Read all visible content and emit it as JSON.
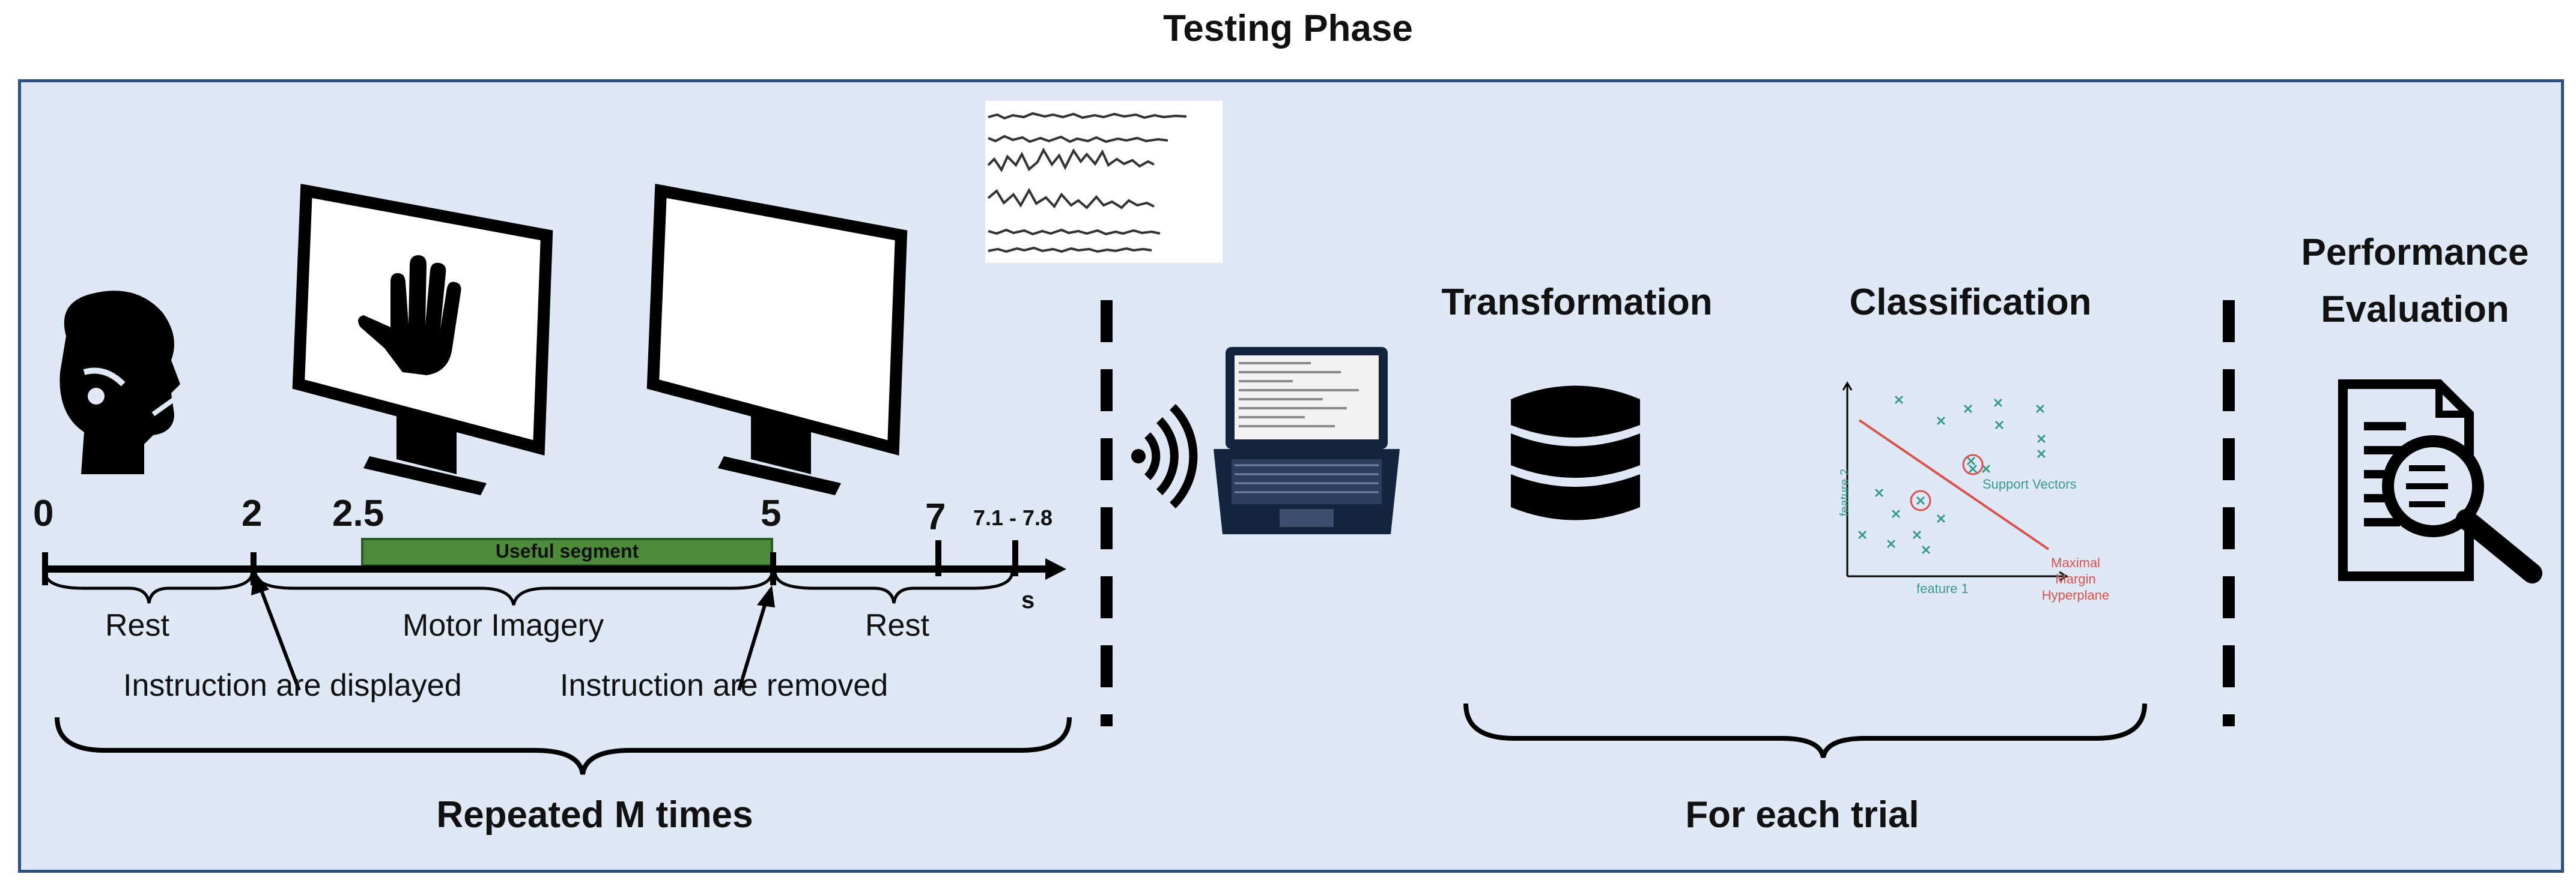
{
  "title": "Testing Phase",
  "timeline": {
    "ticks": [
      "0",
      "2",
      "2.5",
      "5",
      "7",
      "7.1 - 7.8"
    ],
    "unit": "s",
    "useful_segment": "Useful segment",
    "rest_1": "Rest",
    "motor_imagery": "Motor Imagery",
    "rest_2": "Rest",
    "instruction_displayed": "Instruction are displayed",
    "instruction_removed": "Instruction are removed",
    "repeated": "Repeated M times"
  },
  "processing": {
    "transformation": "Transformation",
    "classification": "Classification",
    "for_each_trial": "For each trial"
  },
  "svm_plot": {
    "xlabel": "feature 1",
    "ylabel": "feature 2",
    "support_vectors": "Support Vectors",
    "hyperplane_label": [
      "Maximal",
      "Margin",
      "Hyperplane"
    ]
  },
  "evaluation": {
    "title_line1": "Performance",
    "title_line2": "Evaluation"
  },
  "colors": {
    "panel_bg": "#dfe9f6",
    "panel_border": "#2f4f7f",
    "useful_segment": "#4e8a3b",
    "svm_teal": "#3a9a8a",
    "svm_red": "#d9534f"
  },
  "icons": [
    "person-headset-icon",
    "monitor-hand-icon",
    "monitor-blank-icon",
    "eeg-signal-icon",
    "wireless-icon",
    "laptop-icon",
    "database-icon",
    "report-magnifier-icon"
  ]
}
